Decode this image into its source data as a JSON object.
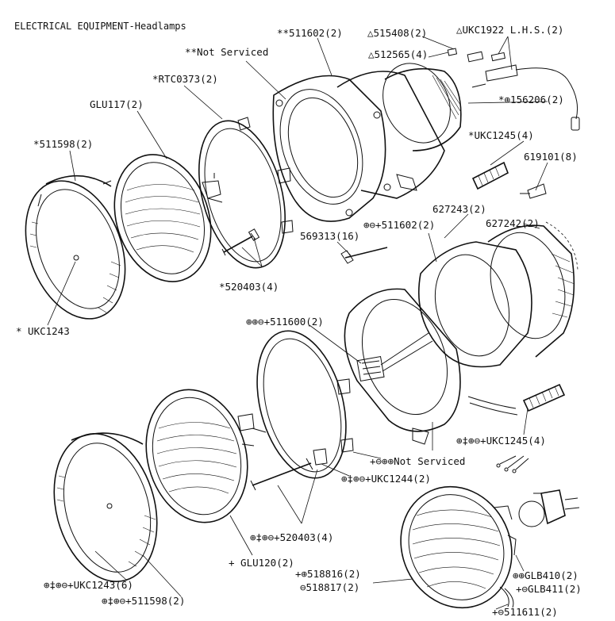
{
  "title": "ELECTRICAL EQUIPMENT-Headlamps",
  "labels": {
    "p511602_top": "**511602(2)",
    "p515408": "△515408(2)",
    "pUKC1922": "△UKC1922 L.H.S.(2)",
    "not_serviced_top": "**Not Serviced",
    "p512565": "△512565(4)",
    "pRTC0373": "*RTC0373(2)",
    "pGLU117": "GLU117(2)",
    "p156206": "*⊕156206(2)",
    "p511598_top": "*511598(2)",
    "pUKC1245_top": "*UKC1245(4)",
    "p619101": "619101(8)",
    "p627243": "627243(2)",
    "p627242": "627242(2)",
    "p569313": "569313(16)",
    "p511602_mid": "⊕⊖+511602(2)",
    "p520403_top": "*520403(4)",
    "pUKC1243_top": "* UKC1243",
    "p511600": "⊕⊕⊖+511600(2)",
    "pUKC1245_bot": "⊕‡⊕⊖+UKC1245(4)",
    "not_serviced_bot": "+⊖⊕⊕Not Serviced",
    "pUKC1244": "⊕‡⊕⊖+UKC1244(2)",
    "p520403_bot": "⊕‡⊕⊖+520403(4)",
    "pGLU120": "+ GLU120(2)",
    "pUKC1243_bot": "⊕‡⊕⊖+UKC1243(6)",
    "p511598_bot": "⊕‡⊕⊖+511598(2)",
    "p518816": "+⊕518816(2)",
    "p518817": "⊖518817(2)",
    "pGLB410": "⊕⊕GLB410(2)",
    "pGLB411": "+⊖GLB411(2)",
    "p511611": "+⊖511611(2)"
  }
}
